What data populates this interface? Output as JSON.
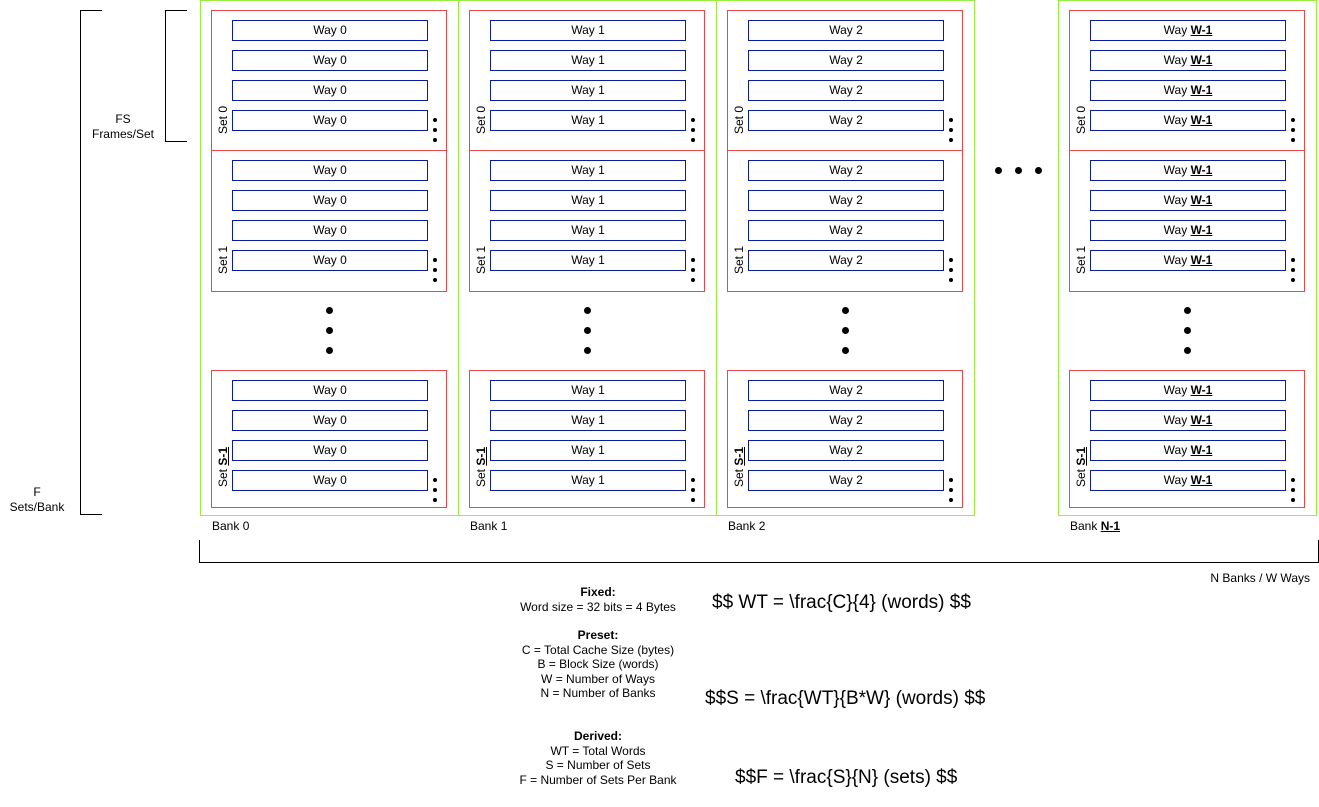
{
  "side_labels": {
    "frames_per_set": {
      "line1": "FS",
      "line2": "Frames/Set"
    },
    "sets_per_bank": {
      "line1": "F",
      "line2": "Sets/Bank"
    }
  },
  "banks": [
    {
      "label_prefix": "Bank ",
      "label_var": "0",
      "var_bold": false,
      "way_prefix": "Way ",
      "way_var": "0",
      "way_bold": false
    },
    {
      "label_prefix": "Bank ",
      "label_var": "1",
      "var_bold": false,
      "way_prefix": "Way ",
      "way_var": "1",
      "way_bold": false
    },
    {
      "label_prefix": "Bank ",
      "label_var": "2",
      "var_bold": false,
      "way_prefix": "Way ",
      "way_var": "2",
      "way_bold": false
    },
    {
      "label_prefix": "Bank ",
      "label_var": "N-1",
      "var_bold": true,
      "way_prefix": "Way ",
      "way_var": "W-1",
      "way_bold": true
    }
  ],
  "sets": [
    {
      "prefix": "Set ",
      "var": "0",
      "bold": false
    },
    {
      "prefix": "Set ",
      "var": "1",
      "bold": false
    },
    {
      "prefix": "Set ",
      "var": "S-1",
      "bold": true
    }
  ],
  "ways_per_set_shown": 4,
  "bottom_label": "N Banks / W Ways",
  "legend": {
    "fixed_title": "Fixed:",
    "fixed_items": [
      "Word size = 32 bits = 4 Bytes"
    ],
    "preset_title": "Preset:",
    "preset_items": [
      "C = Total Cache Size (bytes)",
      "B = Block Size (words)",
      "W = Number of Ways",
      "N = Number of Banks"
    ],
    "derived_title": "Derived:",
    "derived_items": [
      "WT = Total Words",
      "S = Number of Sets",
      "F = Number of Sets Per Bank"
    ]
  },
  "formulas": {
    "wt": "$$ WT = \\frac{C}{4} (words) $$",
    "s": "$$S = \\frac{WT}{B*W} (words) $$",
    "f": "$$F = \\frac{S}{N} (sets) $$"
  },
  "colors": {
    "bank_border": "#99ee44",
    "set_border": "#e84848",
    "way_border": "#0a1ba0"
  }
}
